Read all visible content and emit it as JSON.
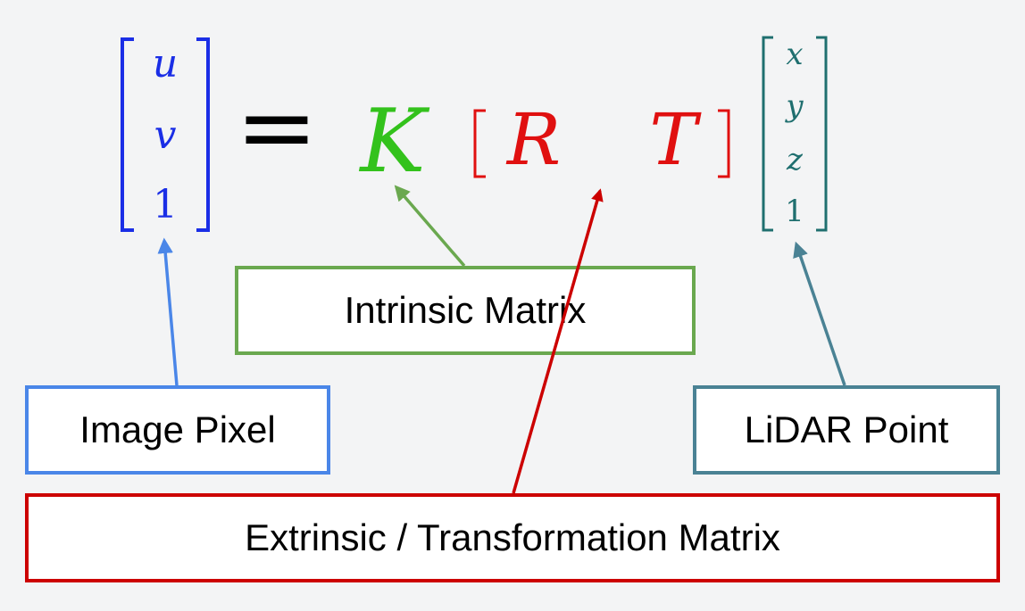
{
  "equation": {
    "pixel_vector": [
      "u",
      "v",
      "1"
    ],
    "equals": "=",
    "intrinsic_symbol": "K",
    "rotation_symbol": "R",
    "translation_symbol": "T",
    "point_vector": [
      "x",
      "y",
      "z",
      "1"
    ]
  },
  "labels": {
    "image_pixel": "Image Pixel",
    "intrinsic_matrix": "Intrinsic Matrix",
    "lidar_point": "LiDAR Point",
    "extrinsic_matrix": "Extrinsic / Transformation Matrix"
  },
  "colors": {
    "pixel": "#1a2ee6",
    "intrinsic": "#33c21c",
    "extrinsic": "#e01010",
    "point": "#1f6f6f",
    "box_image_pixel": "#4a86e8",
    "box_intrinsic": "#6aa84f",
    "box_lidar": "#4a8294",
    "box_extrinsic": "#cc0000"
  }
}
